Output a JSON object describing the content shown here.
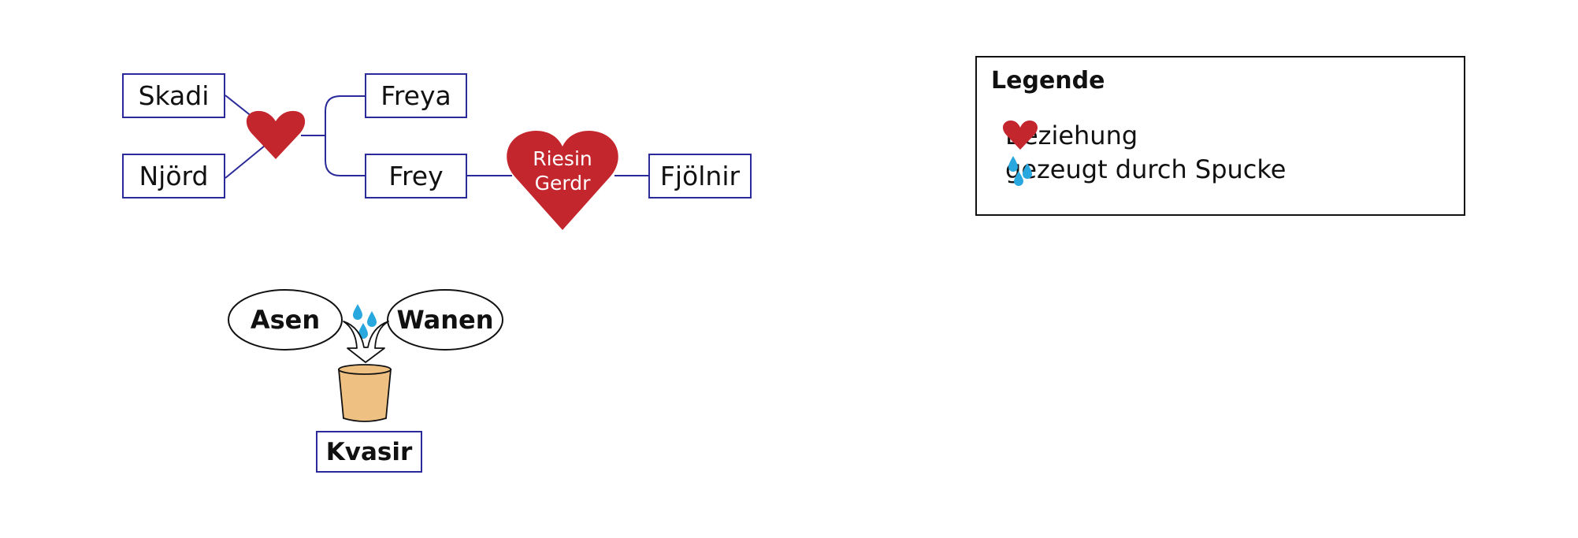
{
  "family": {
    "skadi": "Skadi",
    "njord": "Njörd",
    "freya": "Freya",
    "frey": "Frey",
    "gerdr_line1": "Riesin",
    "gerdr_line2": "Gerdr",
    "fjolnir": "Fjölnir"
  },
  "kvasir_origin": {
    "asen": "Asen",
    "wanen": "Wanen",
    "kvasir": "Kvasir"
  },
  "legend": {
    "title": "Legende",
    "items": [
      {
        "icon": "heart-icon",
        "label": "Beziehung"
      },
      {
        "icon": "spit-drops-icon",
        "label": "gezeugt durch Spucke"
      }
    ]
  },
  "colors": {
    "box_border": "#2a2a9a",
    "heart": "#c4262e",
    "drop": "#29a8e0",
    "cup": "#eec183"
  }
}
